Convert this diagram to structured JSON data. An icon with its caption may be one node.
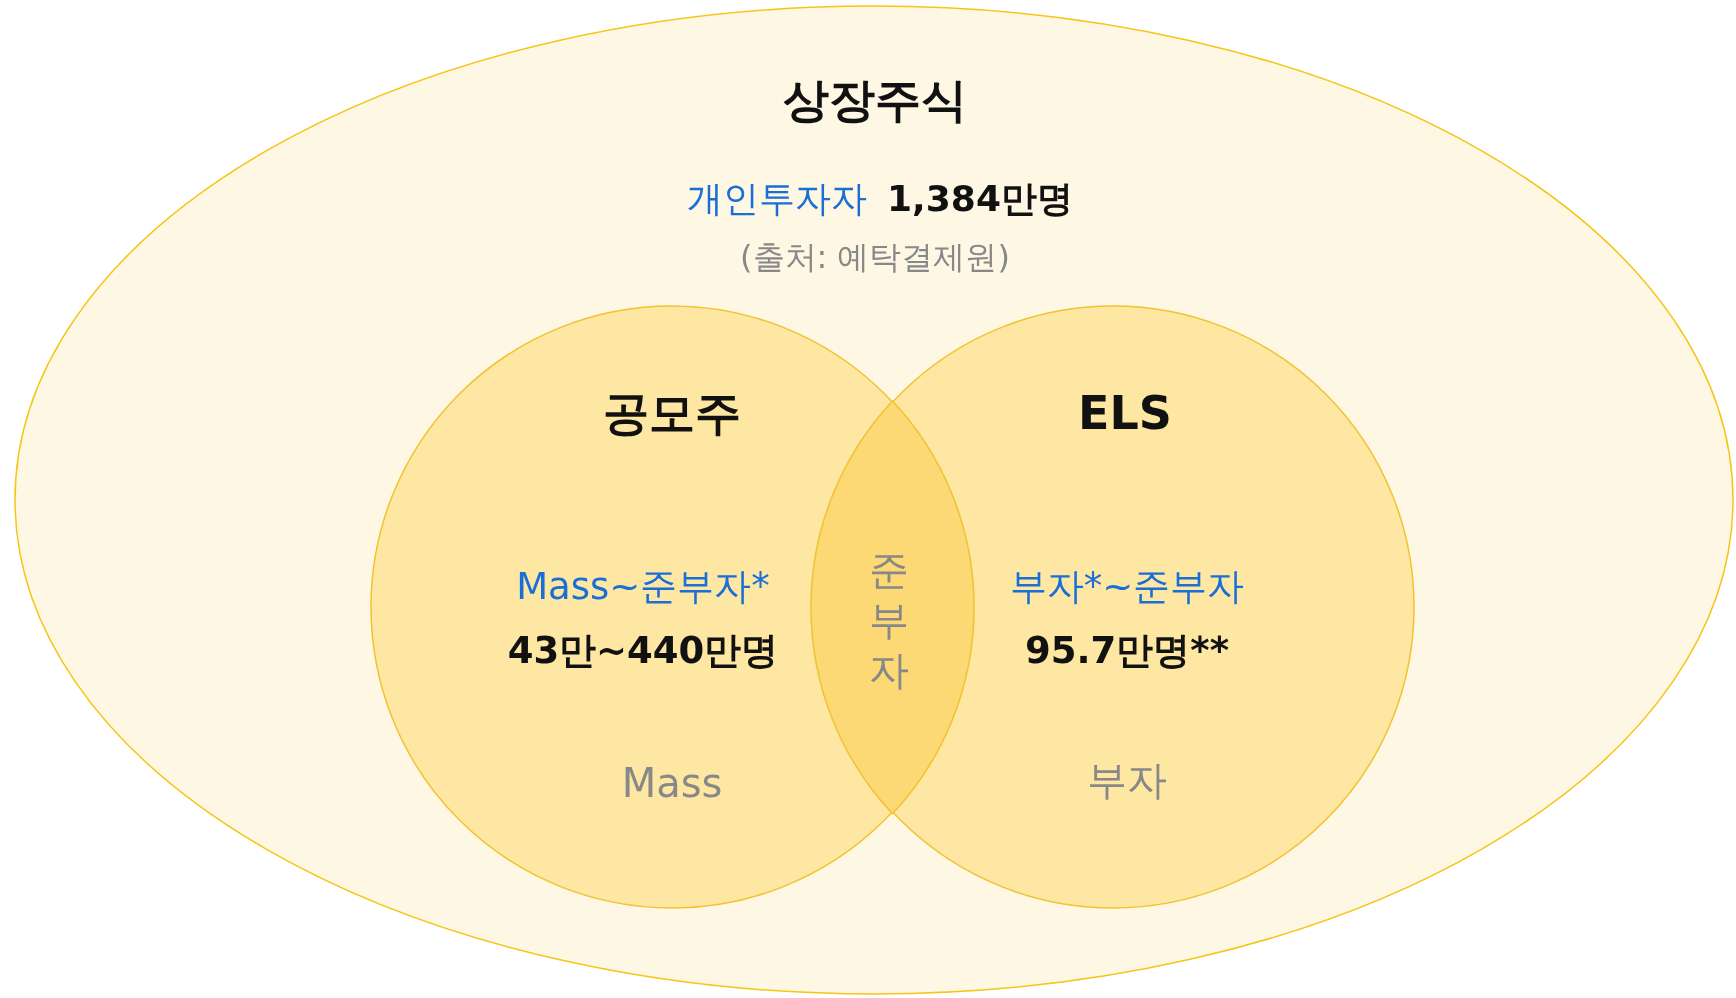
{
  "diagram": {
    "nodes": [
      {
        "text": [
          "상장주식",
          "개인투자자",
          "1,384만명",
          "(출처: 예탁결제원)"
        ]
      },
      {
        "text": [
          "공모주",
          "Mass~준부자*",
          "43만~440만명",
          "Mass"
        ],
        "in": 0
      },
      {
        "text": [
          "ELS",
          "부자*~준부자",
          "95.7만명**",
          "부자"
        ],
        "in": 0
      },
      {
        "text": [
          "준부자"
        ]
      }
    ],
    "edges": []
  }
}
